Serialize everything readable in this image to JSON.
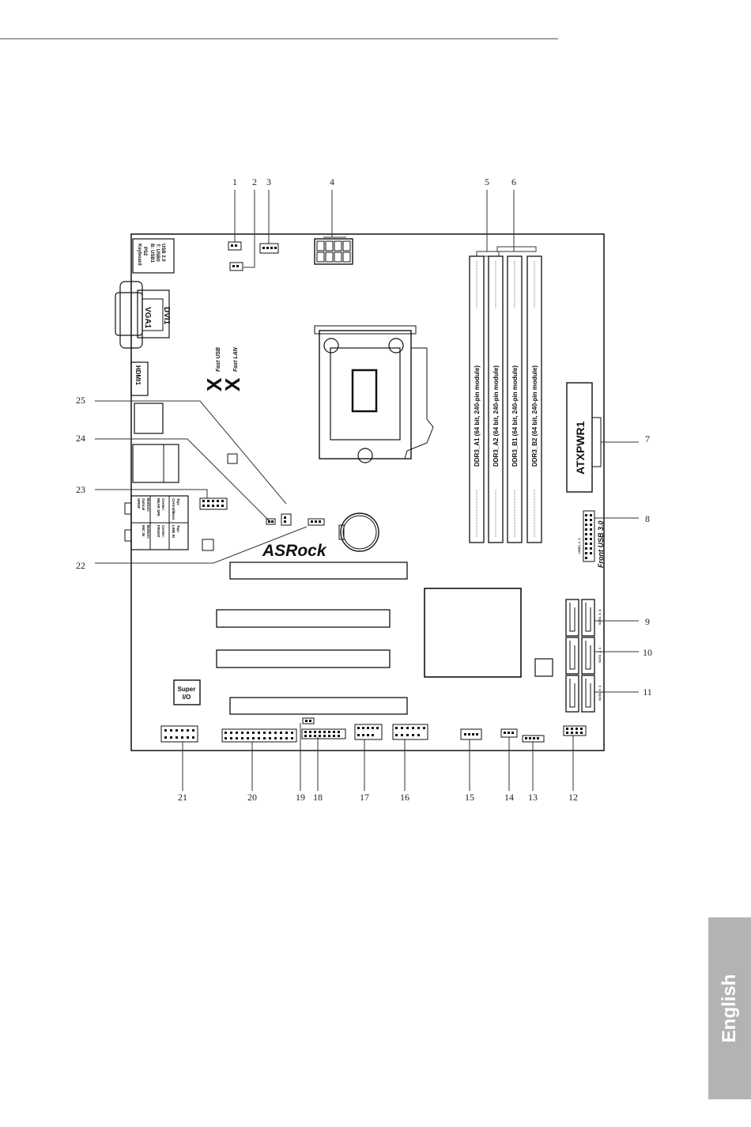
{
  "callouts": {
    "n1": "1",
    "n2": "2",
    "n3": "3",
    "n4": "4",
    "n5": "5",
    "n6": "6",
    "n7": "7",
    "n8": "8",
    "n9": "9",
    "n10": "10",
    "n11": "11",
    "n12": "12",
    "n13": "13",
    "n14": "14",
    "n15": "15",
    "n16": "16",
    "n17": "17",
    "n18": "18",
    "n19": "19",
    "n20": "20",
    "n21": "21",
    "n22": "22",
    "n23": "23",
    "n24": "24",
    "n25": "25"
  },
  "board": {
    "usb_label_1": "USB 2.0",
    "usb_label_2": "T: USB0",
    "usb_label_3": "B: USB1",
    "ps2_label_1": "PS2",
    "ps2_label_2": "Keyboard",
    "dvi_label": "DVI1",
    "vga_label": "VGA1",
    "hdmi_label": "HDMI1",
    "fast_usb": "Fast USB",
    "fast_lan": "Fast LAN",
    "dimm_a1": "DDR3_A1 (64 bit, 240-pin module)",
    "dimm_a2": "DDR3_A2 (64 bit, 240-pin module)",
    "dimm_b1": "DDR3_B1 (64 bit, 240-pin module)",
    "dimm_b2": "DDR3_B2 (64 bit, 240-pin module)",
    "atxpwr": "ATXPWR1",
    "front_usb3": "Front USB 3.0",
    "usb3_header": "USB3_1_2",
    "sata_3_4": "SATA_3_4",
    "sata_2_1": "SATA_2_1",
    "sata_0_1": "SATA_0_1",
    "brand": "ASRock",
    "super_io_1": "Super",
    "super_io_2": "I/O",
    "audio_1a": "Top:",
    "audio_1b": "Central/Bass",
    "audio_2a": "Center:",
    "audio_2b": "REAR SPK",
    "audio_3a": "Bottom:",
    "audio_3b": "Optical",
    "audio_3c": "SPDIF",
    "audio_4a": "Top:",
    "audio_4b": "LINE IN",
    "audio_5a": "Center:",
    "audio_5b": "FRONT",
    "audio_6a": "Bottom:",
    "audio_6b": "MIC IN"
  },
  "tab": {
    "label": "English"
  }
}
